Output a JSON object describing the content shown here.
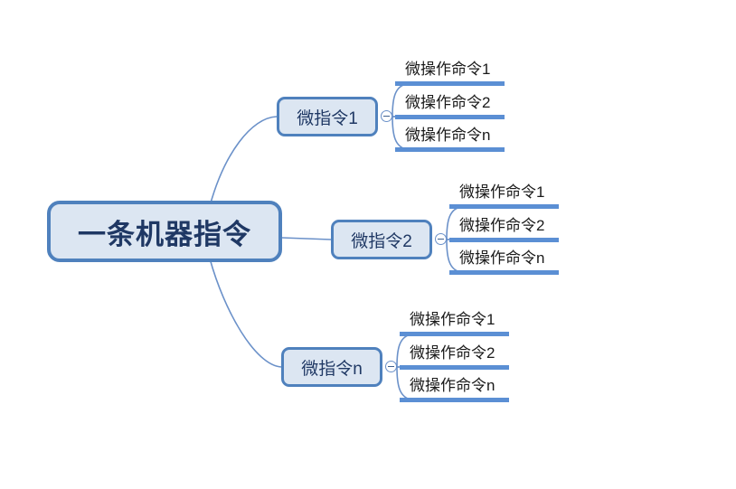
{
  "diagram": {
    "type": "mindmap",
    "title": "一条机器指令",
    "background_color": "#ffffff",
    "node_fill_color": "#dce6f2",
    "node_border_color": "#4f81bd",
    "root_text_color": "#1f3864",
    "leaf_bar_color": "#5b8fd4",
    "connector_color": "#6b91c9",
    "root": {
      "label": "一条机器指令"
    },
    "branches": [
      {
        "label": "微指令1",
        "toggle_icon": "minus-circle-icon",
        "leaves": [
          {
            "label": "微操作命令1"
          },
          {
            "label": "微操作命令2"
          },
          {
            "label": "微操作命令n"
          }
        ]
      },
      {
        "label": "微指令2",
        "toggle_icon": "minus-circle-icon",
        "leaves": [
          {
            "label": "微操作命令1"
          },
          {
            "label": "微操作命令2"
          },
          {
            "label": "微操作命令n"
          }
        ]
      },
      {
        "label": "微指令n",
        "toggle_icon": "minus-circle-icon",
        "leaves": [
          {
            "label": "微操作命令1"
          },
          {
            "label": "微操作命令2"
          },
          {
            "label": "微操作命令n"
          }
        ]
      }
    ]
  }
}
